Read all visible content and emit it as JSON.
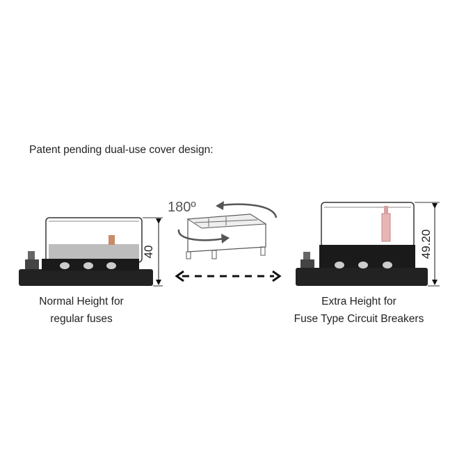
{
  "title": "Patent pending dual-use cover design:",
  "left": {
    "caption_line1": "Normal Height for",
    "caption_line2": "regular fuses",
    "dimension": "40"
  },
  "middle": {
    "rotation_label": "180º"
  },
  "right": {
    "caption_line1": "Extra Height for",
    "caption_line2": "Fuse Type Circuit Breakers",
    "dimension": "49.20"
  }
}
